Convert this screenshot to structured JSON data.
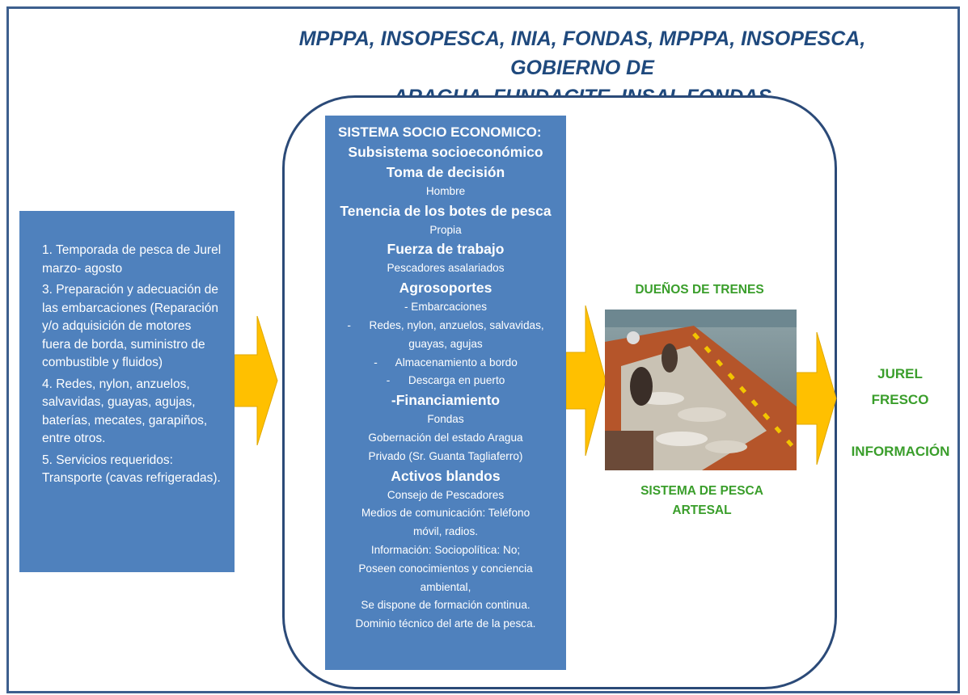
{
  "header": {
    "line1": "MPPPA, INSOPESCA, INIA,  FONDAS, MPPPA, INSOPESCA, GOBIERNO DE",
    "line2": "ARAGUA,  FUNDACITE, INSAI, FONDAS"
  },
  "left_box": {
    "items": [
      "1. Temporada de pesca de Jurel marzo- agosto",
      "3. Preparación  y adecuación de las embarcaciones (Reparación y/o adquisición de motores fuera de borda, suministro de combustible y fluidos)",
      "4. Redes, nylon, anzuelos, salvavidas, guayas, agujas, baterías, mecates, garapiños, entre otros.",
      "5. Servicios requeridos: Transporte (cavas refrigeradas)."
    ]
  },
  "center_box": {
    "title": "SISTEMA SOCIO ECONOMICO:",
    "subsistema": "Subsistema socioeconómico",
    "toma_decision": "Toma de decisión",
    "hombre": "Hombre",
    "tenencia": "Tenencia de los botes de pesca",
    "propia": "Propia",
    "fuerza": "Fuerza de trabajo",
    "pescadores_asalariados": "Pescadores asalariados",
    "agrosoportes": "Agrosoportes",
    "embarcaciones": "- Embarcaciones",
    "redes_1": "-      Redes, nylon, anzuelos, salvavidas,",
    "redes_2": "guayas, agujas",
    "almacenamiento": "-      Almacenamiento a bordo",
    "descarga": "-      Descarga en puerto",
    "financiamiento": "-Financiamiento",
    "fondas": "Fondas",
    "gobernacion": "Gobernación del estado Aragua",
    "privado": "Privado (Sr. Guanta Tagliaferro)",
    "activos": "Activos blandos",
    "consejo": "Consejo de Pescadores",
    "medios_1": "Medios de comunicación: Teléfono",
    "medios_2": "móvil, radios.",
    "informacion": "Información: Sociopolítica: No;",
    "poseen_1": "Poseen conocimientos y conciencia",
    "poseen_2": "ambiental,",
    "formacion": "Se dispone de formación continua.",
    "dominio": "Dominio técnico del arte de la pesca."
  },
  "labels": {
    "duenos": "DUEÑOS DE TRENES",
    "sistema_pesca_1": "SISTEMA  DE PESCA",
    "sistema_pesca_2": "ARTESAL",
    "jurel": "JUREL",
    "fresco": "FRESCO",
    "informacion": "INFORMACIÓN"
  },
  "colors": {
    "box_blue": "#4f81bd",
    "header_blue": "#1f497d",
    "arrow_orange": "#ffc000",
    "label_green": "#3a9e2b"
  }
}
